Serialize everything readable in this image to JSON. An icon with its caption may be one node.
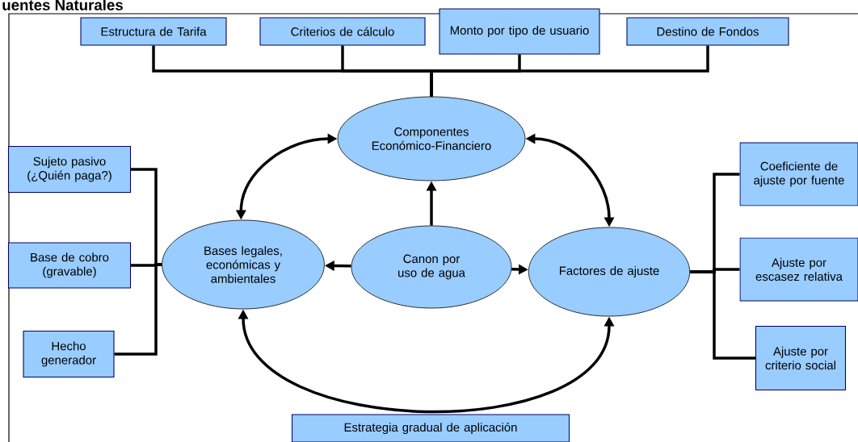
{
  "diagram": {
    "title": "uentes Naturales",
    "nodes": [
      {
        "text": [
          "Estructura de Tarifa"
        ]
      },
      {
        "text": [
          "Criterios de cálculo"
        ]
      },
      {
        "text": [
          "Monto por tipo de usuario"
        ]
      },
      {
        "text": [
          "Destino de Fondos"
        ]
      },
      {
        "text": [
          "Componentes Económico-Financiero"
        ]
      },
      {
        "text": [
          "Sujeto pasivo (¿Quién paga?)"
        ]
      },
      {
        "text": [
          "Base de cobro (gravable)"
        ]
      },
      {
        "text": [
          "Hecho generador"
        ]
      },
      {
        "text": [
          "Bases legales, económicas y ambientales"
        ]
      },
      {
        "text": [
          "Canon por uso de agua"
        ]
      },
      {
        "text": [
          "Factores de ajuste"
        ]
      },
      {
        "text": [
          "Coeficiente de ajuste por fuente"
        ]
      },
      {
        "text": [
          "Ajuste por escasez relativa"
        ]
      },
      {
        "text": [
          "Ajuste por criterio social"
        ]
      },
      {
        "text": [
          "Estrategia gradual de aplicación"
        ]
      }
    ],
    "edges": [
      {
        "from": 0,
        "to": 4,
        "arrow": "none"
      },
      {
        "from": 1,
        "to": 4,
        "arrow": "none"
      },
      {
        "from": 2,
        "to": 4,
        "arrow": "none"
      },
      {
        "from": 3,
        "to": 4,
        "arrow": "none"
      },
      {
        "from": 5,
        "to": 8,
        "arrow": "none"
      },
      {
        "from": 6,
        "to": 8,
        "arrow": "none"
      },
      {
        "from": 7,
        "to": 8,
        "arrow": "none"
      },
      {
        "from": 10,
        "to": 11,
        "arrow": "none"
      },
      {
        "from": 10,
        "to": 12,
        "arrow": "none"
      },
      {
        "from": 10,
        "to": 13,
        "arrow": "none"
      },
      {
        "from": 9,
        "to": 4,
        "arrow": "to"
      },
      {
        "from": 9,
        "to": 8,
        "arrow": "to"
      },
      {
        "from": 9,
        "to": 10,
        "arrow": "to"
      },
      {
        "from": 4,
        "to": 8,
        "arrow": "both"
      },
      {
        "from": 4,
        "to": 10,
        "arrow": "both"
      },
      {
        "from": 8,
        "to": 10,
        "arrow": "both"
      }
    ]
  }
}
